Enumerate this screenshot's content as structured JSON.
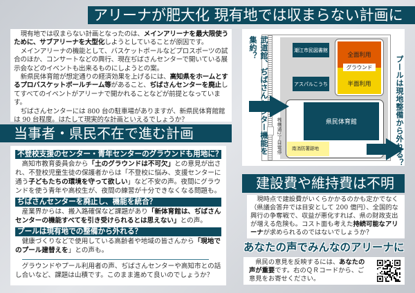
{
  "title": "アリーナが肥大化 現有地では収まらない計画に",
  "intro": [
    [
      {
        "t": "現有地では収まらない計画となったのは、"
      },
      {
        "t": "メインアリーナを最大限使うために、サブアリーナを大型化",
        "b": true
      },
      {
        "t": "しようとしていることが原因です。"
      }
    ],
    [
      {
        "t": "メインアリーナの機能として、バスケットボールなどプロスポーツの試合のほか、コンサートなどの興行、現在ぢばさんセンターで開いている展示会などのイベントも出来るものにしようとの案。"
      }
    ],
    [
      {
        "t": "新県民体育館が想定通りの経済効果を上げるには、"
      },
      {
        "t": "高知県をホームとするプロバスケットボールチーム等",
        "b": true
      },
      {
        "t": "があること、"
      },
      {
        "t": "ぢばさんセンターを廃止",
        "b": true
      },
      {
        "t": "してすべてのイベントがアリーナで開かれることなどが前提となっています。"
      }
    ],
    [
      {
        "t": "ぢばさんセンターには 800 台の駐車場がありますが、新県民体育館館は 90 台程度。はたして現実的な計画といえるでしょうか？"
      }
    ]
  ],
  "section2": {
    "title": "当事者・県民不在で進む計画",
    "items": [
      {
        "heading": "不登校支援のセンター・青年センターのグラウンドも用地に？",
        "body": [
          {
            "t": "高知市教育委員会から"
          },
          {
            "t": "「土のグラウンドは不可欠」",
            "b": true
          },
          {
            "t": "との意見が出され、不登校児童生徒の保護者からは「不登校に悩み、支援センターに通う"
          },
          {
            "t": "子どもたちの環境を守って欲しい",
            "b": true
          },
          {
            "t": "」など不安の声。夜間にグラウンドを使う青年や高校生が、夜間の練習が十分できなくなる問題も。"
          }
        ]
      },
      {
        "heading": "ぢばさんセンターを廃止し、機能を統合？",
        "body": [
          {
            "t": "産業界からは、搬入路確保など課題があり"
          },
          {
            "t": "「新体育館は、ぢばさんセンターの機能すべてを引き受けられるとは思えない」",
            "b": true
          },
          {
            "t": "との声。"
          }
        ]
      },
      {
        "heading": "プールは現有地での整備から外れる？",
        "body": [
          {
            "t": "健康づくりなどで使用している高齢者や地域の皆さんから"
          },
          {
            "t": "「現地でのプール建替えを",
            "b": true
          },
          {
            "t": "」との声も。"
          }
        ]
      }
    ],
    "conclusion": [
      {
        "t": "グラウンドやプール利用者の声、ぢばさんセンターや高知市との話し合いなど、課題は山積です。このまま進めて良いのでしょうか？"
      }
    ]
  },
  "map": {
    "left_note": "武道館、ぢばさんセンター機能を集約？",
    "right_note": "プールは現地整備から外れる？",
    "library": "潮江市民図書館",
    "aspal": "アスパルこうち",
    "full_use": "全面利用",
    "ground": "グラウンド",
    "half_use": "半面利用",
    "gym": "県民体育館",
    "fire_station": "南消防署跡地",
    "tram_stop": "桟橋通2丁目電停",
    "colors": {
      "full_use": "#e05a00",
      "half_use": "#f5d000",
      "fire_station": "#fff59a",
      "building": "#0d4a5e"
    }
  },
  "cost": {
    "title": "建設費や維持費は不明",
    "body": [
      {
        "t": "現時点で建設費がいくらかかるのかも定かでなく（県議会答弁では目安として 200 億円）、全国的な興行の争奪戦で、収益が悪化すれば、県の財政支出が増える危険も。コスト面も考えた"
      },
      {
        "t": "持続可能なアリーナ",
        "b": true
      },
      {
        "t": "が求められるのではないでしょうか？"
      }
    ]
  },
  "voice": {
    "title": "あなたの声でみんなのアリーナに",
    "body": [
      {
        "t": "県民の意見を反映するには、"
      },
      {
        "t": "あなたの声が重要",
        "b": true
      },
      {
        "t": "です。右のＱＲコードから、ご意見をお寄せください。"
      }
    ]
  }
}
